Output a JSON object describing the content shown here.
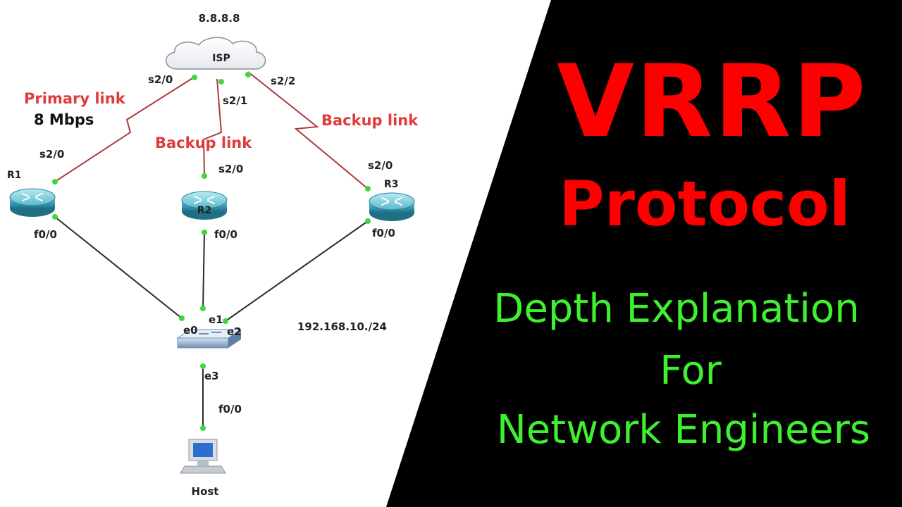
{
  "thumbnail": {
    "title": "VRRP",
    "subtitle": "Protocol",
    "tagline": [
      "Depth Explanation",
      "For",
      "Network Engineers"
    ],
    "colors": {
      "title": "#ff0000",
      "tagline": "#3ef02f",
      "right_background": "#000000",
      "left_background": "#ffffff",
      "link_line": "#b0393b",
      "link_label": "#e03b3b",
      "port_dot": "#3fd63f"
    }
  },
  "diagram": {
    "cloud": {
      "name": "ISP",
      "ip": "8.8.8.8",
      "icon": "cloud-icon"
    },
    "routers": [
      {
        "name": "R1",
        "icon": "router-icon",
        "wan_port": "s2/0",
        "lan_port": "f0/0"
      },
      {
        "name": "R2",
        "icon": "router-icon",
        "wan_port": "s2/0",
        "lan_port": "f0/0"
      },
      {
        "name": "R3",
        "icon": "router-icon",
        "wan_port": "s2/0",
        "lan_port": "f0/0"
      }
    ],
    "isp_ports": [
      "s2/0",
      "s2/1",
      "s2/2"
    ],
    "links": {
      "primary": "Primary link",
      "primary_speed": "8 Mbps",
      "backup_r2": "Backup link",
      "backup_r3": "Backup link"
    },
    "switch": {
      "icon": "switch-icon",
      "ports": [
        "e0",
        "e1",
        "e2",
        "e3"
      ]
    },
    "subnet": "192.168.10./24",
    "host": {
      "name": "Host",
      "port": "f0/0",
      "icon": "host-computer-icon"
    }
  }
}
